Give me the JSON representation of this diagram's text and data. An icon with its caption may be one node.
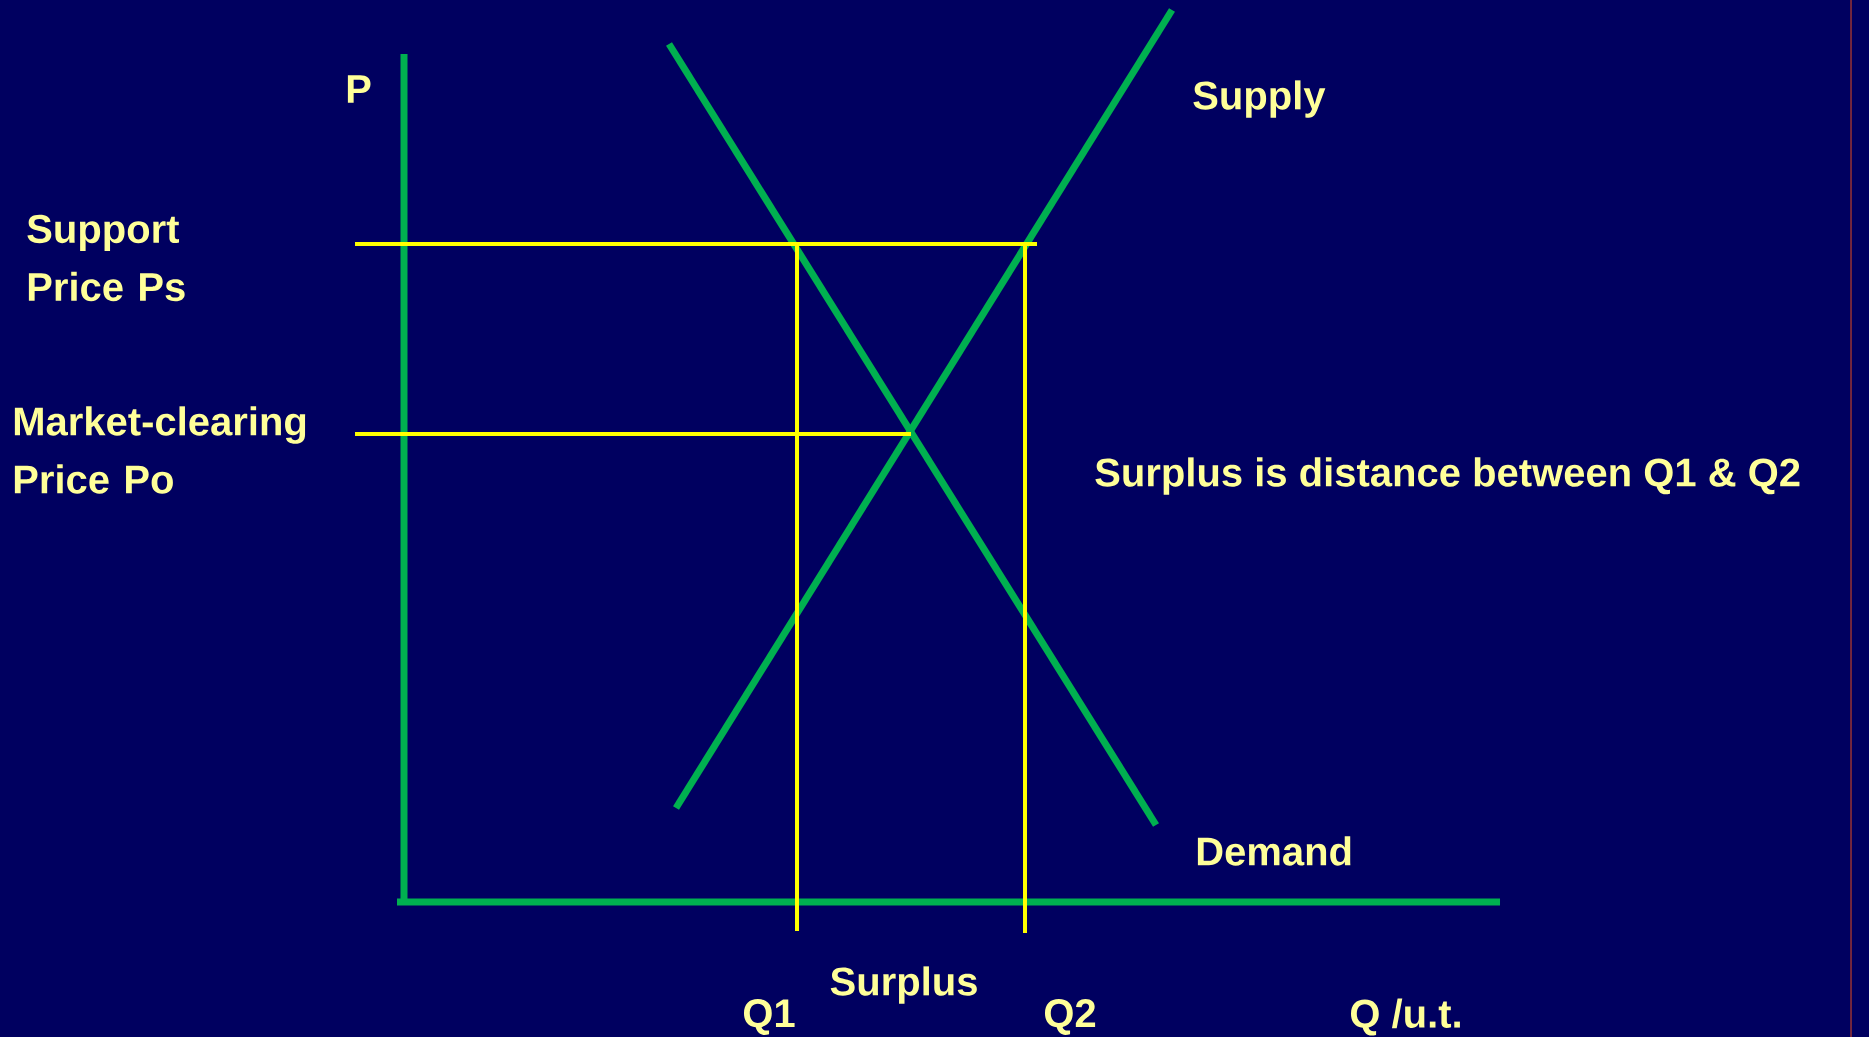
{
  "diagram": {
    "labels": [
      "P",
      "Supply",
      "Support Price Ps",
      "Market-clearing Price Po",
      "Surplus is distance between Q1 & Q2",
      "Demand",
      "Surplus",
      "Q1",
      "Q2",
      "Q /u.t."
    ]
  }
}
